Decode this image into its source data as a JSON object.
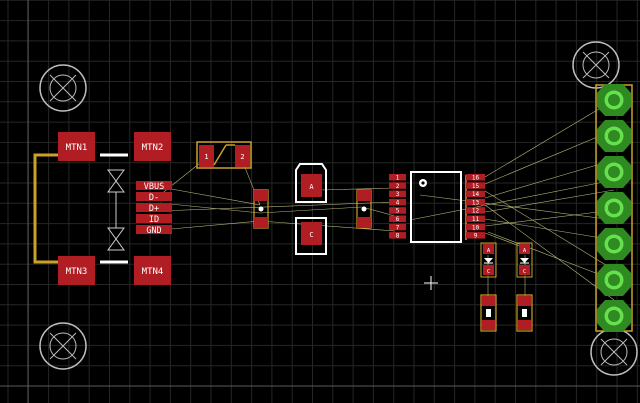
{
  "colors": {
    "background": "#000000",
    "grid": "#262626",
    "pad": "#b01e24",
    "silk": "#ffffff",
    "copper": "#c9a227",
    "wire": "#d8d890",
    "header_pad": "#2f8a22",
    "header_ring": "#66e04c",
    "pad_text": "#ffffff"
  },
  "usb": {
    "mount_pads": [
      "MTN1",
      "MTN2",
      "MTN3",
      "MTN4"
    ],
    "signal_pads": [
      "VBUS",
      "D-",
      "D+",
      "ID",
      "GND"
    ]
  },
  "crystal": {
    "pins": [
      "1",
      "2"
    ]
  },
  "capacitor": {
    "labels": [
      "A",
      "C"
    ]
  },
  "ic": {
    "left_pins": [
      "1",
      "2",
      "3",
      "4",
      "5",
      "6",
      "7",
      "8"
    ],
    "right_pins": [
      "16",
      "15",
      "14",
      "13",
      "12",
      "11",
      "10",
      "9"
    ]
  },
  "leds": {
    "labels": [
      "A",
      "C",
      "A",
      "C"
    ]
  },
  "header": {
    "pin_count": 7
  }
}
